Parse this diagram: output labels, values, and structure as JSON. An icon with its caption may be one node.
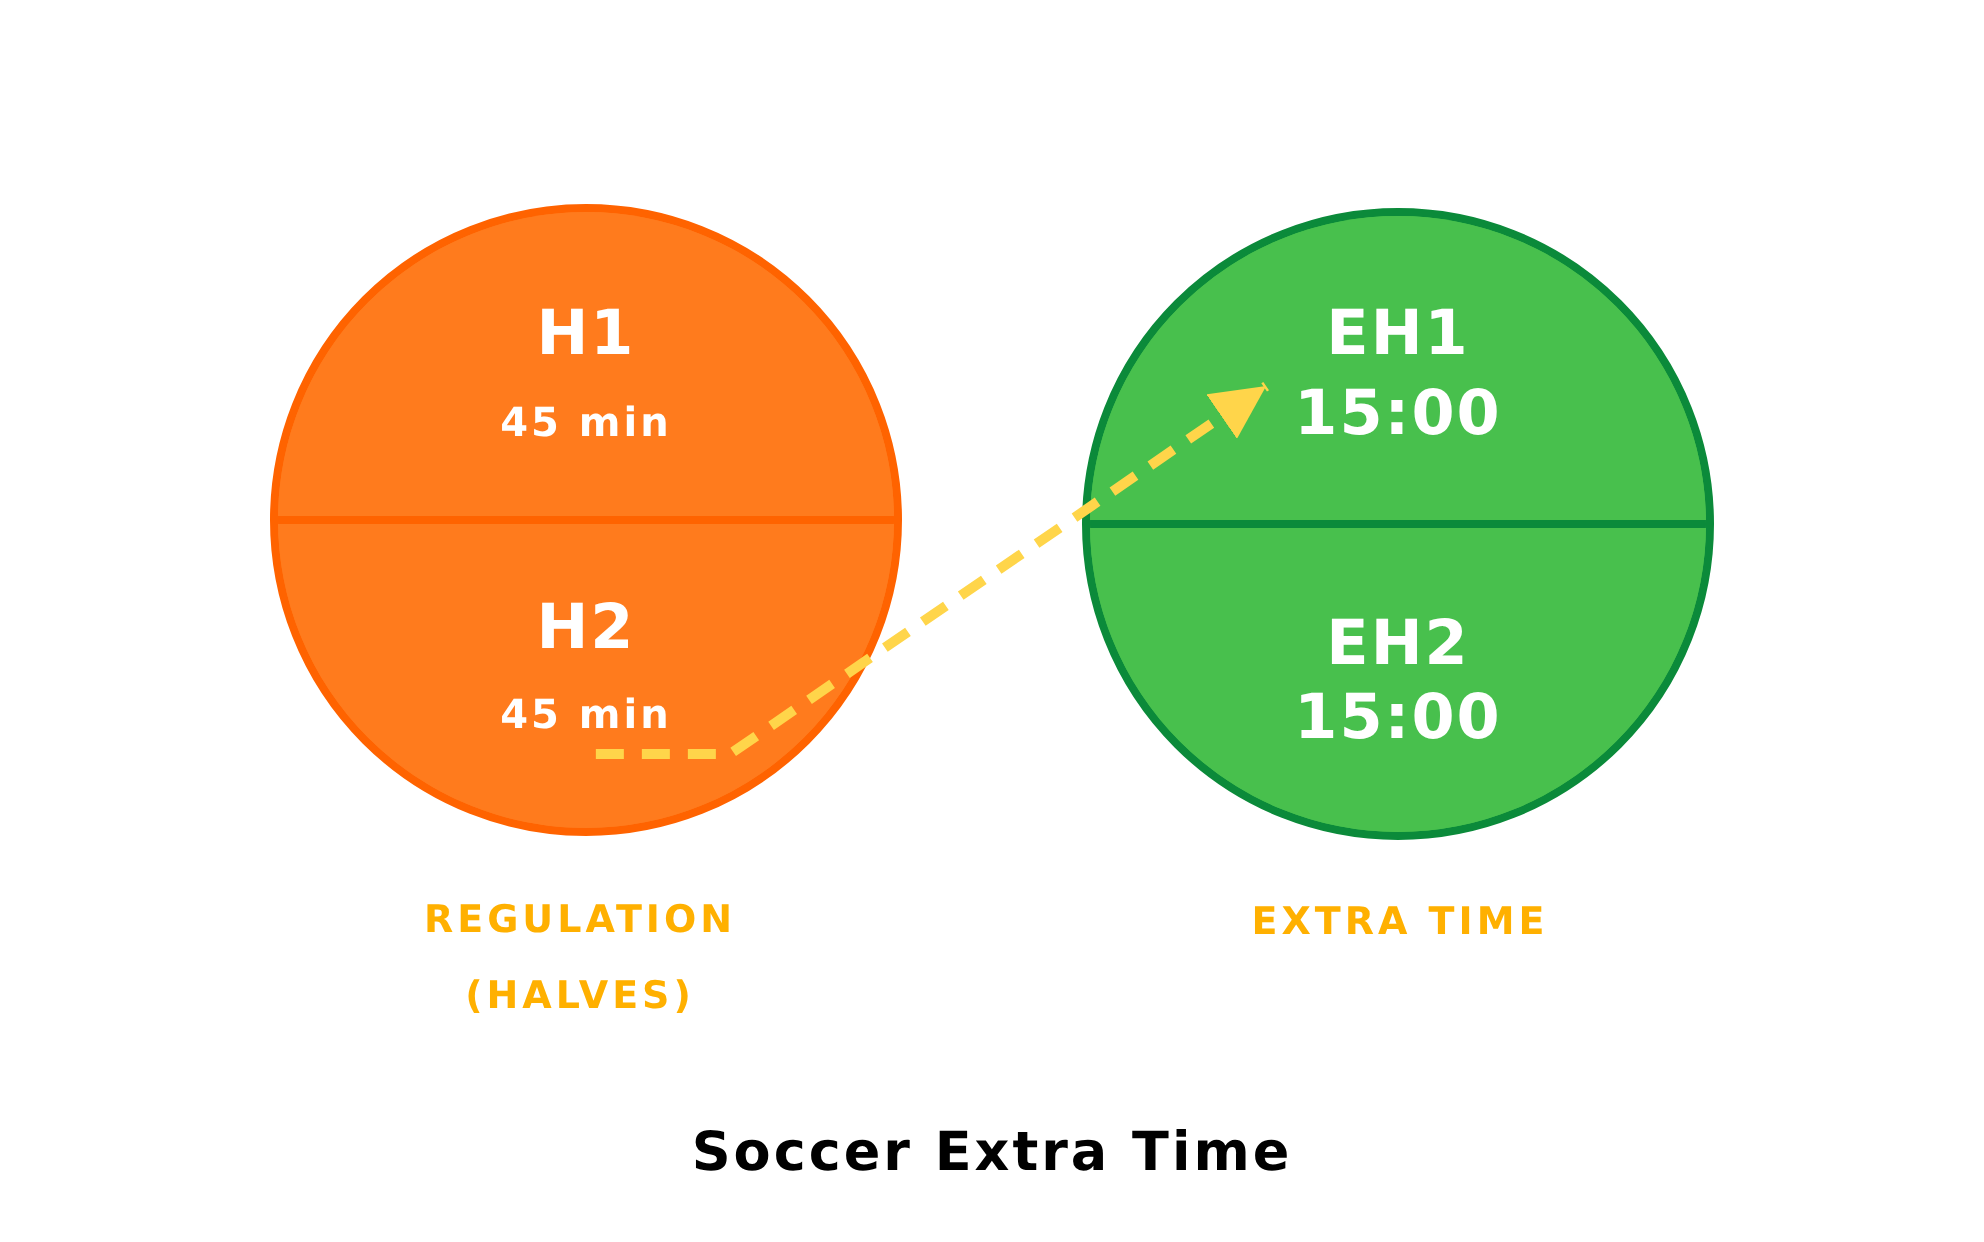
{
  "diagram": {
    "caption": "Soccer Extra Time",
    "nodes": [
      {
        "text": [],
        "shape": "circle",
        "beside": [
          "REGULATION (HALVES)"
        ]
      },
      {
        "text": [
          "H1",
          "45 min"
        ],
        "in": 0
      },
      {
        "text": [
          "H2",
          "45 min"
        ],
        "in": 0
      },
      {
        "text": [],
        "shape": "circle",
        "beside": [
          "EXTRA TIME"
        ]
      },
      {
        "text": [
          "EH1",
          "15:00"
        ],
        "in": 3
      },
      {
        "text": [
          "EH2",
          "15:00"
        ],
        "in": 3
      }
    ],
    "edges": [
      {
        "from": 2,
        "to": 4,
        "arrow": "to",
        "style": "dashed"
      }
    ]
  }
}
